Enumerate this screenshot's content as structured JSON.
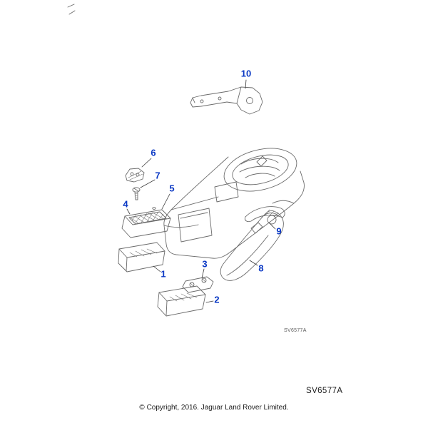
{
  "colors": {
    "background": "#ffffff",
    "callout": "#0a38c4",
    "line": "#6b6b6b",
    "leader": "#3a3a3a",
    "text": "#1a1a1a",
    "code_small": "#5a5a5a"
  },
  "diagram": {
    "code_small": "SV6577A",
    "code_large": "SV6577A",
    "callouts": [
      {
        "number": "1"
      },
      {
        "number": "2"
      },
      {
        "number": "3"
      },
      {
        "number": "4"
      },
      {
        "number": "5"
      },
      {
        "number": "6"
      },
      {
        "number": "7"
      },
      {
        "number": "8"
      },
      {
        "number": "9"
      },
      {
        "number": "10"
      }
    ]
  },
  "footer": {
    "copyright": "© Copyright, 2016. Jaguar Land Rover Limited."
  }
}
